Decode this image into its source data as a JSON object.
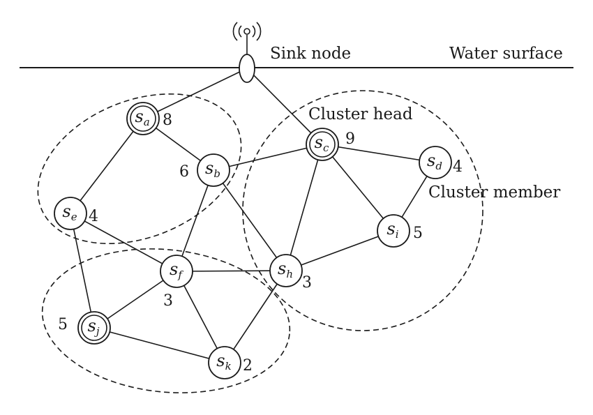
{
  "labels": {
    "sink_node": "Sink node",
    "water_surface": "Water surface",
    "cluster_head": "Cluster head",
    "cluster_member": "Cluster member"
  },
  "nodes": [
    {
      "id": "a",
      "sub": "a",
      "weight": "8",
      "cluster_head": true
    },
    {
      "id": "b",
      "sub": "b",
      "weight": "6",
      "cluster_head": false
    },
    {
      "id": "c",
      "sub": "c",
      "weight": "9",
      "cluster_head": true
    },
    {
      "id": "d",
      "sub": "d",
      "weight": "4",
      "cluster_head": false
    },
    {
      "id": "e",
      "sub": "e",
      "weight": "4",
      "cluster_head": false
    },
    {
      "id": "f",
      "sub": "f",
      "weight": "3",
      "cluster_head": false
    },
    {
      "id": "h",
      "sub": "h",
      "weight": "3",
      "cluster_head": false
    },
    {
      "id": "i",
      "sub": "i",
      "weight": "5",
      "cluster_head": false
    },
    {
      "id": "j",
      "sub": "j",
      "weight": "5",
      "cluster_head": true
    },
    {
      "id": "k",
      "sub": "k",
      "weight": "2",
      "cluster_head": false
    }
  ],
  "edges": [
    [
      "sink",
      "a"
    ],
    [
      "sink",
      "c"
    ],
    [
      "a",
      "b"
    ],
    [
      "a",
      "e"
    ],
    [
      "b",
      "c"
    ],
    [
      "b",
      "f"
    ],
    [
      "b",
      "h"
    ],
    [
      "c",
      "d"
    ],
    [
      "c",
      "i"
    ],
    [
      "c",
      "h"
    ],
    [
      "d",
      "i"
    ],
    [
      "i",
      "h"
    ],
    [
      "e",
      "f"
    ],
    [
      "e",
      "j"
    ],
    [
      "f",
      "h"
    ],
    [
      "f",
      "j"
    ],
    [
      "f",
      "k"
    ],
    [
      "h",
      "k"
    ],
    [
      "j",
      "k"
    ]
  ]
}
